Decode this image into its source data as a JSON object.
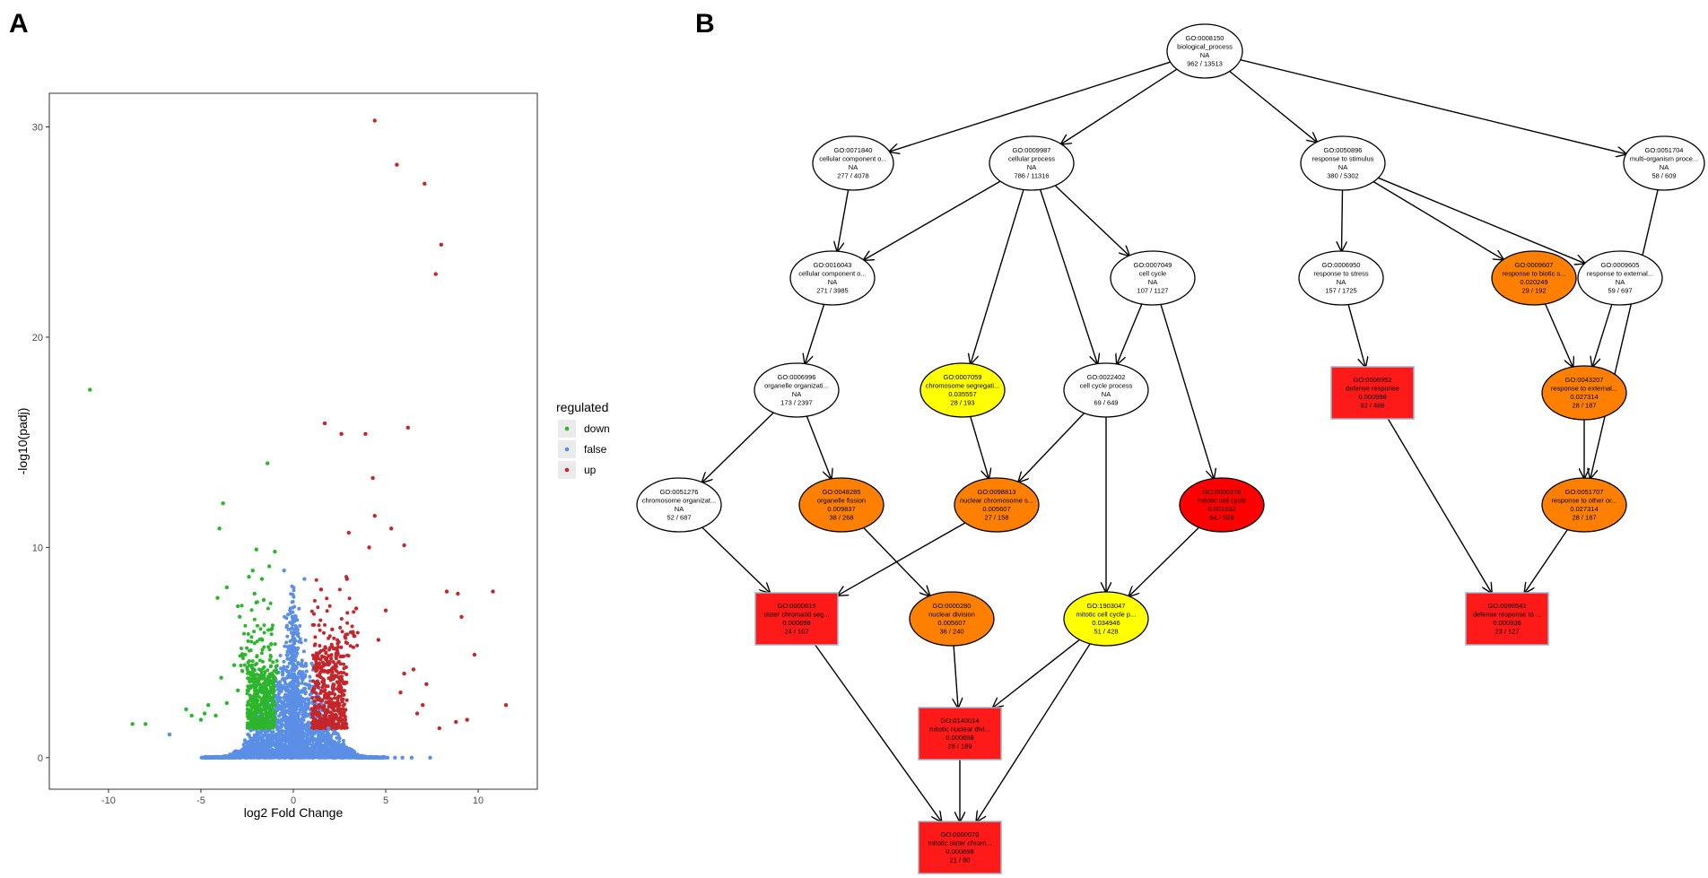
{
  "panels": {
    "a_label": "A",
    "b_label": "B"
  },
  "colors": {
    "down": "#2db52d",
    "false": "#5b8fe6",
    "up": "#c4262b",
    "node_white": "#ffffff",
    "node_yellow": "#ffff00",
    "node_orange": "#ff8000",
    "node_red": "#ff0000",
    "node_red_light": "#ff1a1a"
  },
  "chart_data": {
    "type": "scatter",
    "xlabel": "log2 Fold Change",
    "ylabel": "-log10(padj)",
    "xlim": [
      -13.2,
      13.2
    ],
    "ylim": [
      -1.5,
      31.6
    ],
    "xticks": [
      -10,
      -5,
      0,
      5,
      10
    ],
    "yticks": [
      0,
      10,
      20,
      30
    ],
    "legend": {
      "title": "regulated",
      "placement": "right",
      "entries": [
        "down",
        "false",
        "up"
      ]
    },
    "series": [
      {
        "name": "down",
        "color": "#2db52d",
        "points": [
          [
            -11.0,
            17.5
          ],
          [
            -1.4,
            14.0
          ],
          [
            -3.8,
            12.1
          ],
          [
            -4.0,
            10.9
          ],
          [
            -2.0,
            9.9
          ],
          [
            -1.0,
            9.8
          ],
          [
            -3.6,
            8.1
          ],
          [
            -4.1,
            7.6
          ],
          [
            -3.0,
            7.2
          ],
          [
            -1.3,
            9.1
          ],
          [
            -2.2,
            8.9
          ],
          [
            -1.7,
            8.5
          ],
          [
            -8.7,
            1.6
          ],
          [
            -8.0,
            1.6
          ],
          [
            -5.8,
            2.3
          ],
          [
            -5.5,
            2.0
          ],
          [
            -5.0,
            1.8
          ],
          [
            -4.8,
            2.1
          ],
          [
            -4.2,
            2.0
          ],
          [
            -3.0,
            3.2
          ],
          [
            -3.6,
            2.6
          ],
          [
            -2.4,
            8.6
          ],
          [
            -1.6,
            7.5
          ],
          [
            -2.9,
            6.7
          ],
          [
            -2.6,
            4.9
          ],
          [
            -1.2,
            6.1
          ],
          [
            -4.6,
            2.5
          ],
          [
            -3.9,
            3.8
          ],
          [
            -3.2,
            4.4
          ],
          [
            -2.1,
            7.8
          ]
        ]
      },
      {
        "name": "false",
        "color": "#5b8fe6",
        "points": [
          [
            -6.7,
            1.1
          ],
          [
            -4.9,
            0.0
          ],
          [
            -4.5,
            0.0
          ],
          [
            -4.1,
            0.0
          ],
          [
            -3.7,
            0.0
          ],
          [
            -3.3,
            0.0
          ],
          [
            -2.9,
            0.0
          ],
          [
            -2.5,
            0.0
          ],
          [
            5.1,
            0.0
          ],
          [
            5.5,
            0.0
          ],
          [
            5.9,
            0.0
          ],
          [
            6.4,
            0.0
          ],
          [
            7.4,
            0.0
          ],
          [
            -0.5,
            8.9
          ],
          [
            0.6,
            8.5
          ],
          [
            -2.3,
            1.3
          ],
          [
            1.9,
            1.4
          ]
        ]
      },
      {
        "name": "up",
        "color": "#c4262b",
        "points": [
          [
            4.4,
            30.3
          ],
          [
            5.6,
            28.2
          ],
          [
            7.1,
            27.3
          ],
          [
            8.0,
            24.4
          ],
          [
            7.7,
            23.0
          ],
          [
            1.7,
            15.9
          ],
          [
            2.6,
            15.4
          ],
          [
            3.9,
            15.4
          ],
          [
            6.2,
            15.7
          ],
          [
            4.3,
            13.3
          ],
          [
            4.4,
            11.5
          ],
          [
            3.0,
            10.7
          ],
          [
            5.3,
            10.9
          ],
          [
            4.1,
            10.0
          ],
          [
            6.0,
            10.1
          ],
          [
            8.3,
            7.9
          ],
          [
            8.9,
            7.8
          ],
          [
            10.8,
            7.9
          ],
          [
            9.1,
            6.7
          ],
          [
            9.8,
            4.9
          ],
          [
            11.5,
            2.5
          ],
          [
            7.9,
            1.4
          ],
          [
            8.8,
            1.7
          ],
          [
            9.4,
            1.8
          ],
          [
            7.2,
            3.5
          ],
          [
            6.5,
            4.2
          ],
          [
            6.0,
            4.0
          ],
          [
            7.0,
            2.5
          ],
          [
            6.7,
            2.1
          ],
          [
            5.8,
            3.1
          ],
          [
            4.6,
            5.6
          ],
          [
            3.4,
            7.1
          ],
          [
            2.1,
            6.1
          ],
          [
            1.5,
            8.0
          ],
          [
            5.0,
            7.0
          ],
          [
            2.9,
            8.5
          ]
        ]
      }
    ],
    "bulk_regions": [
      {
        "series": "false",
        "shape": "volcano_cone_left",
        "x": [
          -5.0,
          0.0
        ],
        "y": [
          0.0,
          9.0
        ]
      },
      {
        "series": "false",
        "shape": "volcano_cone_right",
        "x": [
          0.0,
          5.2
        ],
        "y": [
          0.0,
          9.0
        ]
      },
      {
        "series": "down",
        "shape": "dense_block",
        "x": [
          -2.5,
          -1.0
        ],
        "y": [
          1.4,
          4.0
        ]
      },
      {
        "series": "up",
        "shape": "dense_block",
        "x": [
          1.0,
          2.9
        ],
        "y": [
          1.4,
          4.8
        ]
      }
    ]
  },
  "go_graph": {
    "nodes": [
      {
        "id": "n_root",
        "shape": "ellipse",
        "fill": "white",
        "lines": [
          "GO:0008150",
          "biological_process",
          "NA",
          "962 / 13513"
        ]
      },
      {
        "id": "n_0071840",
        "shape": "ellipse",
        "fill": "white",
        "lines": [
          "GO:0071840",
          "cellular component o...",
          "NA",
          "277 / 4078"
        ]
      },
      {
        "id": "n_0009987",
        "shape": "ellipse",
        "fill": "white",
        "lines": [
          "GO:0009987",
          "cellular process",
          "NA",
          "786 / 11316"
        ]
      },
      {
        "id": "n_0050896",
        "shape": "ellipse",
        "fill": "white",
        "lines": [
          "GO:0050896",
          "response to stimulus",
          "NA",
          "380 / 5302"
        ]
      },
      {
        "id": "n_0051704",
        "shape": "ellipse",
        "fill": "white",
        "lines": [
          "GO:0051704",
          "multi-organism proce...",
          "NA",
          "58 / 609"
        ]
      },
      {
        "id": "n_0016043",
        "shape": "ellipse",
        "fill": "white",
        "lines": [
          "GO:0016043",
          "cellular component o...",
          "NA",
          "271 / 3985"
        ]
      },
      {
        "id": "n_0007049",
        "shape": "ellipse",
        "fill": "white",
        "lines": [
          "GO:0007049",
          "cell cycle",
          "NA",
          "107 / 1127"
        ]
      },
      {
        "id": "n_0006950",
        "shape": "ellipse",
        "fill": "white",
        "lines": [
          "GO:0006950",
          "response to stress",
          "NA",
          "157 / 1725"
        ]
      },
      {
        "id": "n_0009607",
        "shape": "ellipse",
        "fill": "orange",
        "lines": [
          "GO:0009607",
          "response to biotic s...",
          "0.020249",
          "29 / 192"
        ]
      },
      {
        "id": "n_0009605",
        "shape": "ellipse",
        "fill": "white",
        "lines": [
          "GO:0009605",
          "response to external...",
          "NA",
          "59 / 697"
        ]
      },
      {
        "id": "n_0006996",
        "shape": "ellipse",
        "fill": "white",
        "lines": [
          "GO:0006996",
          "organelle organizati...",
          "NA",
          "173 / 2397"
        ]
      },
      {
        "id": "n_0007059",
        "shape": "ellipse",
        "fill": "yellow",
        "lines": [
          "GO:0007059",
          "chromosome segregati...",
          "0.035557",
          "28 / 193"
        ]
      },
      {
        "id": "n_0022402",
        "shape": "ellipse",
        "fill": "white",
        "lines": [
          "GO:0022402",
          "cell cycle process",
          "NA",
          "69 / 649"
        ]
      },
      {
        "id": "n_0006952",
        "shape": "rect",
        "fill": "red_light",
        "lines": [
          "GO:0006952",
          "defense response",
          "0.000998",
          "62 / 486"
        ]
      },
      {
        "id": "n_0043207",
        "shape": "ellipse",
        "fill": "orange",
        "lines": [
          "GO:0043207",
          "response to external...",
          "0.027314",
          "28 / 187"
        ]
      },
      {
        "id": "n_0051276",
        "shape": "ellipse",
        "fill": "white",
        "lines": [
          "GO:0051276",
          "chromosome organizat...",
          "NA",
          "52 / 687"
        ]
      },
      {
        "id": "n_0048285",
        "shape": "ellipse",
        "fill": "orange",
        "lines": [
          "GO:0048285",
          "organelle fission",
          "0.009837",
          "38 / 268"
        ]
      },
      {
        "id": "n_0098813",
        "shape": "ellipse",
        "fill": "orange",
        "lines": [
          "GO:0098813",
          "nuclear chromosome s...",
          "0.005607",
          "27 / 158"
        ]
      },
      {
        "id": "n_0000278",
        "shape": "ellipse",
        "fill": "red",
        "lines": [
          "GO:0000278",
          "mitotic cell cycle",
          "0.001632",
          "64 / 509"
        ]
      },
      {
        "id": "n_0051707",
        "shape": "ellipse",
        "fill": "orange",
        "lines": [
          "GO:0051707",
          "response to other or...",
          "0.027314",
          "28 / 187"
        ]
      },
      {
        "id": "n_0000819",
        "shape": "rect",
        "fill": "red_light",
        "lines": [
          "GO:0000819",
          "sister chromatid seg...",
          "0.000698",
          "24 / 107"
        ]
      },
      {
        "id": "n_0000280",
        "shape": "ellipse",
        "fill": "orange",
        "lines": [
          "GO:0000280",
          "nuclear division",
          "0.005607",
          "36 / 240"
        ]
      },
      {
        "id": "n_1903047",
        "shape": "ellipse",
        "fill": "yellow",
        "lines": [
          "GO:1903047",
          "mitotic cell cycle p...",
          "0.034946",
          "51 / 428"
        ]
      },
      {
        "id": "n_0098542",
        "shape": "rect",
        "fill": "red_light",
        "lines": [
          "GO:0098542",
          "defense response to ...",
          "0.000936",
          "23 / 127"
        ]
      },
      {
        "id": "n_0140014",
        "shape": "rect",
        "fill": "red_light",
        "lines": [
          "GO:0140014",
          "mitotic nuclear divi...",
          "0.000698",
          "28 / 189"
        ]
      },
      {
        "id": "n_0000070",
        "shape": "rect",
        "fill": "red_light",
        "lines": [
          "GO:0000070",
          "mitotic sister chrom...",
          "0.000698",
          "21 / 80"
        ]
      }
    ],
    "edges": [
      [
        "n_root",
        "n_0071840"
      ],
      [
        "n_root",
        "n_0009987"
      ],
      [
        "n_root",
        "n_0050896"
      ],
      [
        "n_root",
        "n_0051704"
      ],
      [
        "n_0071840",
        "n_0016043"
      ],
      [
        "n_0009987",
        "n_0016043"
      ],
      [
        "n_0009987",
        "n_0007059"
      ],
      [
        "n_0009987",
        "n_0022402"
      ],
      [
        "n_0009987",
        "n_0007049"
      ],
      [
        "n_0050896",
        "n_0006950"
      ],
      [
        "n_0050896",
        "n_0009607"
      ],
      [
        "n_0050896",
        "n_0009605"
      ],
      [
        "n_0051704",
        "n_0051707"
      ],
      [
        "n_0016043",
        "n_0006996"
      ],
      [
        "n_0007049",
        "n_0022402"
      ],
      [
        "n_0007049",
        "n_0000278"
      ],
      [
        "n_0006950",
        "n_0006952"
      ],
      [
        "n_0009607",
        "n_0043207"
      ],
      [
        "n_0009605",
        "n_0043207"
      ],
      [
        "n_0006996",
        "n_0051276"
      ],
      [
        "n_0006996",
        "n_0048285"
      ],
      [
        "n_0007059",
        "n_0098813"
      ],
      [
        "n_0022402",
        "n_0098813"
      ],
      [
        "n_0022402",
        "n_1903047"
      ],
      [
        "n_0006952",
        "n_0098542"
      ],
      [
        "n_0043207",
        "n_0051707"
      ],
      [
        "n_0051276",
        "n_0000819"
      ],
      [
        "n_0048285",
        "n_0000280"
      ],
      [
        "n_0098813",
        "n_0000819"
      ],
      [
        "n_0000278",
        "n_1903047"
      ],
      [
        "n_0051707",
        "n_0098542"
      ],
      [
        "n_0000819",
        "n_0000070"
      ],
      [
        "n_0000280",
        "n_0140014"
      ],
      [
        "n_1903047",
        "n_0140014"
      ],
      [
        "n_1903047",
        "n_0000070"
      ],
      [
        "n_0140014",
        "n_0000070"
      ]
    ]
  }
}
